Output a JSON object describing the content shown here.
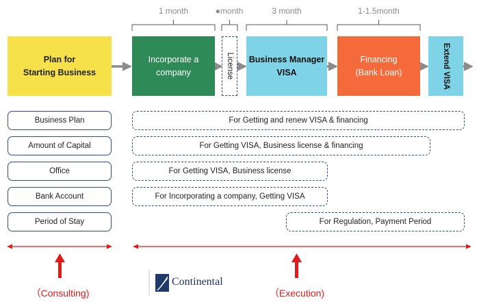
{
  "durations": {
    "incorporate": "1 month",
    "license": "●month",
    "visa": "3 month",
    "financing": "1-1.5month"
  },
  "steps": {
    "plan": "Plan for\nStarting Business",
    "incorporate": "Incorporate a\ncompany",
    "license": "License",
    "visa": "Business Manager\nVISA",
    "financing": "Financing\n(Bank Loan)",
    "extend": "Extend\nVISA"
  },
  "requirements": [
    "Business Plan",
    "Amount of Capital",
    "Office",
    "Bank Account",
    "Period of Stay"
  ],
  "purposes": [
    "For Getting and renew VISA & financing",
    "For Getting VISA, Business license & financing",
    "For Getting VISA, Business license",
    "For Incorporating a company, Getting VISA",
    "For Regulation, Payment Period"
  ],
  "phases": {
    "consulting": "（Consulting)",
    "execution": "（Execution)"
  },
  "logo": {
    "name": "Continental"
  },
  "colors": {
    "plan": "#f7e14a",
    "incorporate": "#2e8b57",
    "visa": "#7fd3e6",
    "financing": "#f46a3b",
    "accent_red": "#e01b1b",
    "navy": "#2b4f82"
  }
}
